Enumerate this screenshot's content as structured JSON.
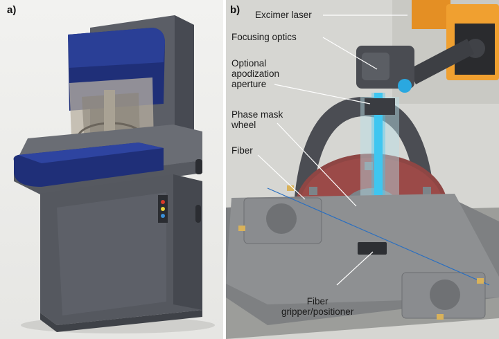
{
  "figure": {
    "panel_a": {
      "label": "a)"
    },
    "panel_b": {
      "label": "b)",
      "callouts": {
        "excimer_laser": "Excimer laser",
        "focusing_optics": "Focusing optics",
        "apodization_line1": "Optional",
        "apodization_line2": "apodization",
        "apodization_line3": "aperture",
        "phase_mask_line1": "Phase mask",
        "phase_mask_line2": "wheel",
        "fiber": "Fiber",
        "gripper_line1": "Fiber",
        "gripper_line2": "gripper/positioner"
      }
    }
  },
  "colors": {
    "machine_blue": "#1f2f78",
    "machine_gray": "#5c5f66",
    "laser_cyan": "#3fc6f0",
    "wheel_red": "#9b4a48",
    "laser_orange": "#f0a030"
  }
}
